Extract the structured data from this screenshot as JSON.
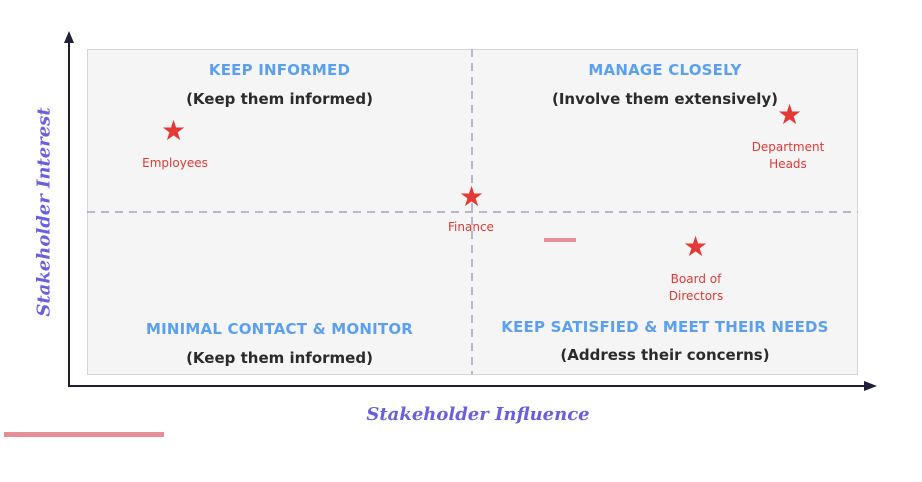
{
  "axes": {
    "x_label": "Stakeholder Influence",
    "y_label": "Stakeholder Interest"
  },
  "quadrants": {
    "top_left": {
      "title": "KEEP INFORMED",
      "subtitle": "(Keep them informed)"
    },
    "top_right": {
      "title": "MANAGE CLOSELY",
      "subtitle": "(Involve them extensively)"
    },
    "bottom_left": {
      "title": "MINIMAL CONTACT & MONITOR",
      "subtitle": "(Keep them informed)"
    },
    "bottom_right": {
      "title": "KEEP SATISFIED & MEET THEIR NEEDS",
      "subtitle": "(Address their concerns)"
    }
  },
  "stakeholders": [
    {
      "name": "Employees"
    },
    {
      "name": "Department\nHeads"
    },
    {
      "name": "Finance"
    },
    {
      "name": "Board of\nDirectors"
    }
  ],
  "colors": {
    "quadrant_title": "#5b9ff0",
    "marker": "#e53935",
    "axis_title": "#6a5fe0",
    "axis_line": "#1f1f3a",
    "divider": "#b8b8cc",
    "decoration": "#e88e98"
  },
  "marker_icon": "star-icon"
}
